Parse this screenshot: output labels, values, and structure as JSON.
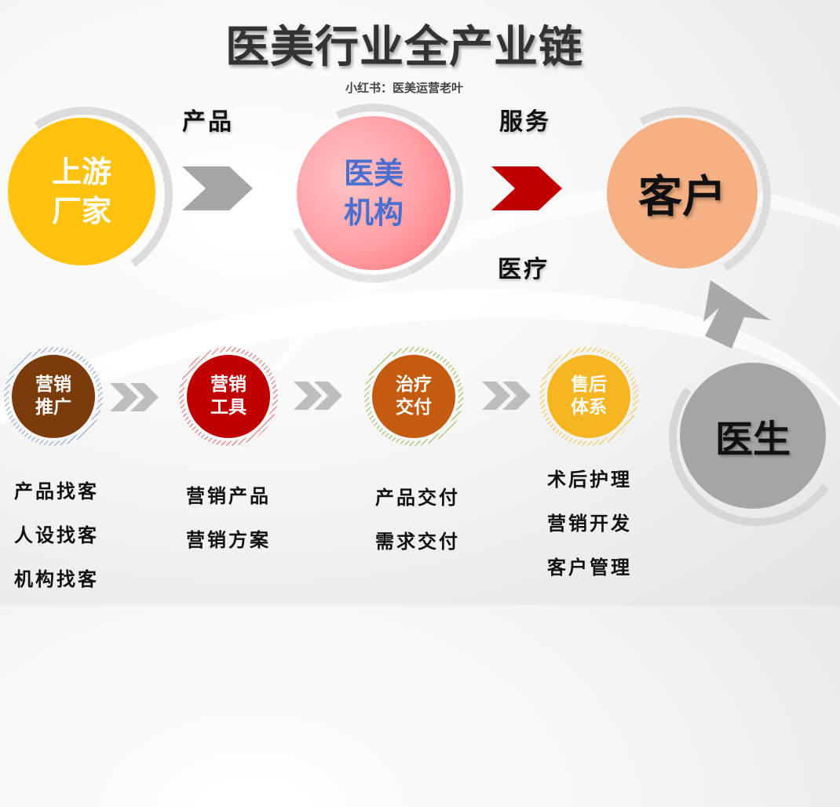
{
  "title": "医美行业全产业链",
  "subtitle": "小红书：医美运营老叶",
  "flow": {
    "product_label": "产品",
    "service_label": "服务",
    "medical_label": "医疗"
  },
  "nodes": {
    "upstream": {
      "line1": "上游",
      "line2": "厂家",
      "color": "#ffc20e"
    },
    "institution": {
      "line1": "医美",
      "line2": "机构",
      "color": "#ff8a90"
    },
    "customer": {
      "label": "客户",
      "color": "#f5b184"
    },
    "doctor": {
      "label": "医生",
      "color": "#a5a5a5"
    }
  },
  "modules": [
    {
      "line1": "营销",
      "line2": "推广",
      "color": "#7b3b0a",
      "items": [
        "产品找客",
        "人设找客",
        "机构找客"
      ]
    },
    {
      "line1": "营销",
      "line2": "工具",
      "color": "#c00000",
      "items": [
        "营销产品",
        "营销方案"
      ]
    },
    {
      "line1": "治疗",
      "line2": "交付",
      "color": "#c55a11",
      "items": [
        "产品交付",
        "需求交付"
      ]
    },
    {
      "line1": "售后",
      "line2": "体系",
      "color": "#f5b621",
      "items": [
        "术后护理",
        "营销开发",
        "客户管理"
      ]
    }
  ],
  "icons": {
    "product_arrow": "chevron-right-gray",
    "service_arrow": "chevron-right-red",
    "module_arrows": "double-chevron-gray",
    "doctor_to_customer": "arrow-up-left-gray"
  }
}
